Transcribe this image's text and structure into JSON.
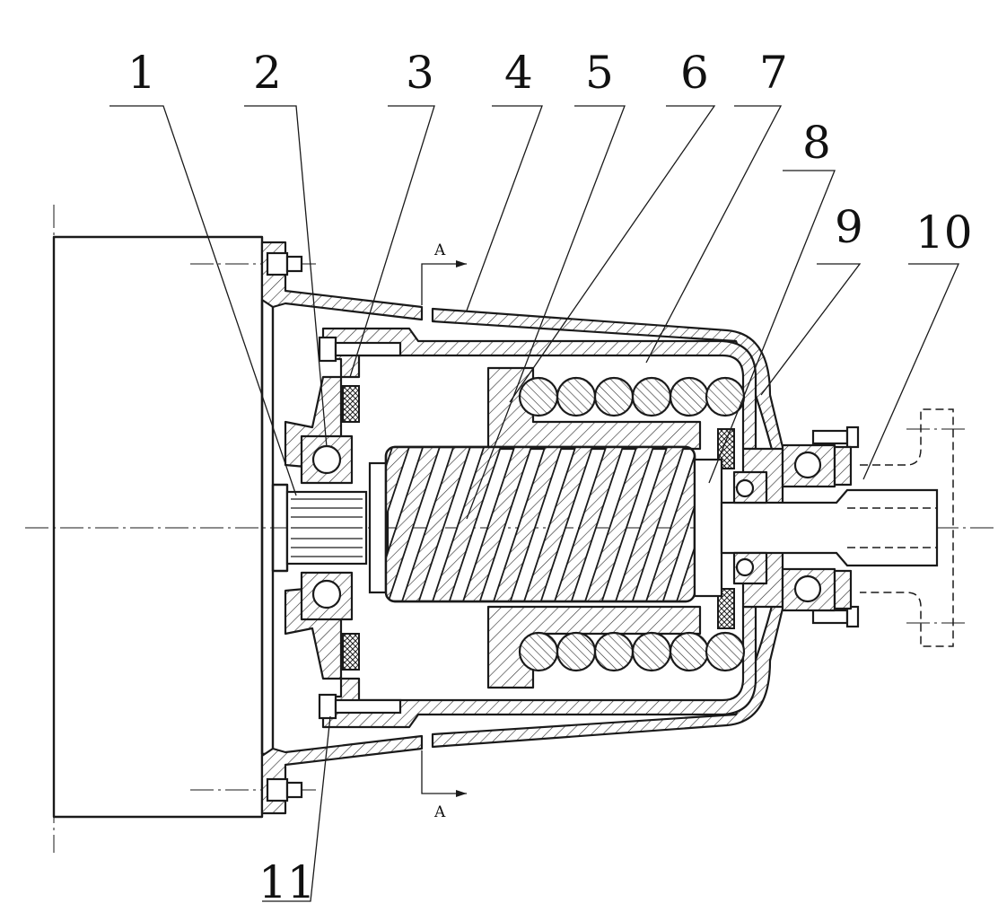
{
  "callouts": {
    "c1": "1",
    "c2": "2",
    "c3": "3",
    "c4": "4",
    "c5": "5",
    "c6": "6",
    "c7": "7",
    "c8": "8",
    "c9": "9",
    "c10": "10",
    "c11": "11"
  },
  "section": {
    "top": "A",
    "bottom": "A"
  }
}
